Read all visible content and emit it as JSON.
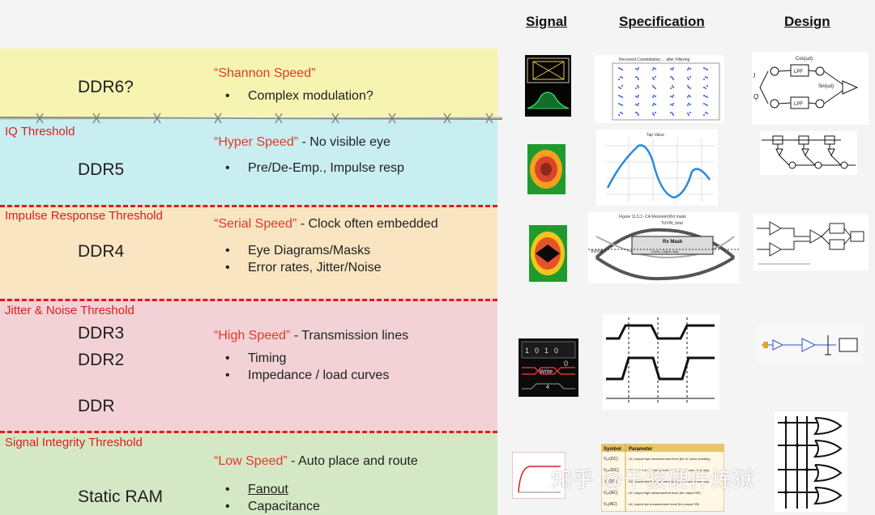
{
  "column_headers": {
    "signal": "Signal",
    "specification": "Specification",
    "design": "Design"
  },
  "thresholds": {
    "iq": "IQ Threshold",
    "impulse": "Impulse Response Threshold",
    "jitter": "Jitter  & Noise Threshold",
    "si": "Signal Integrity Threshold"
  },
  "tiers": {
    "ddr6": {
      "name": "DDR6?",
      "speed": "“Shannon Speed”",
      "desc": "",
      "bullets": [
        "Complex modulation?"
      ]
    },
    "ddr5": {
      "name": "DDR5",
      "speed": "“Hyper Speed”",
      "desc": " - No visible eye",
      "bullets": [
        "Pre/De-Emp., Impulse resp"
      ]
    },
    "ddr4": {
      "name": "DDR4",
      "speed": "“Serial Speed”",
      "desc": " - Clock often embedded",
      "bullets": [
        "Eye Diagrams/Masks",
        "Error rates, Jitter/Noise"
      ]
    },
    "ddr3": {
      "names": [
        "DDR3",
        "DDR2",
        "DDR"
      ],
      "speed": "“High Speed”",
      "desc": " - Transmission lines",
      "bullets": [
        "Timing",
        "Impedance / load curves"
      ]
    },
    "sram": {
      "name": "Static RAM",
      "speed": "“Low Speed”",
      "desc": " - Auto place and route",
      "bullets": [
        "Fanout",
        "Capacitance"
      ]
    }
  },
  "bullet_glyph": "•",
  "thumbnails": {
    "sig_ddr4_labels": [
      "1",
      "0",
      "1",
      "0",
      "0",
      "Write",
      "4"
    ],
    "spec_ddr5_title": "Tap Value",
    "spec_ddr4_title": "Figure 11.5.1- CA Receiver(Rx) mask",
    "spec_ddr4_labels": [
      "TcIVW_total",
      "Rx Mask",
      "VcIVW",
      "Vcent_CA(pin mid)"
    ],
    "spec_ddr6_title": "Received Constellation ... after Filtering",
    "design_ddr6_labels": [
      "Cos(ωt)",
      "Sin(ωt)",
      "LPF",
      "LPF",
      "I",
      "Q"
    ],
    "spec_sram_headers": [
      "Symbol",
      "Parameter"
    ],
    "spec_sram_rows": [
      [
        "Vₒₕ(DC)",
        "DC output high measurement level (for IV curve linearity)"
      ],
      [
        "Vₒₘ(DC)",
        "DC output mid measurement level (for IV curve linearity)"
      ],
      [
        "Vₒₗ(DC)",
        "DC output low measurement level (for IV curve linearity)"
      ],
      [
        "Vₒₕ(AC)",
        "AC output high measurement level (for output SR)"
      ],
      [
        "Vₒₗ(AC)",
        "AC output low measurement level (for output SR)"
      ]
    ]
  },
  "watermark": "知乎 @干骏硬件炼狱"
}
